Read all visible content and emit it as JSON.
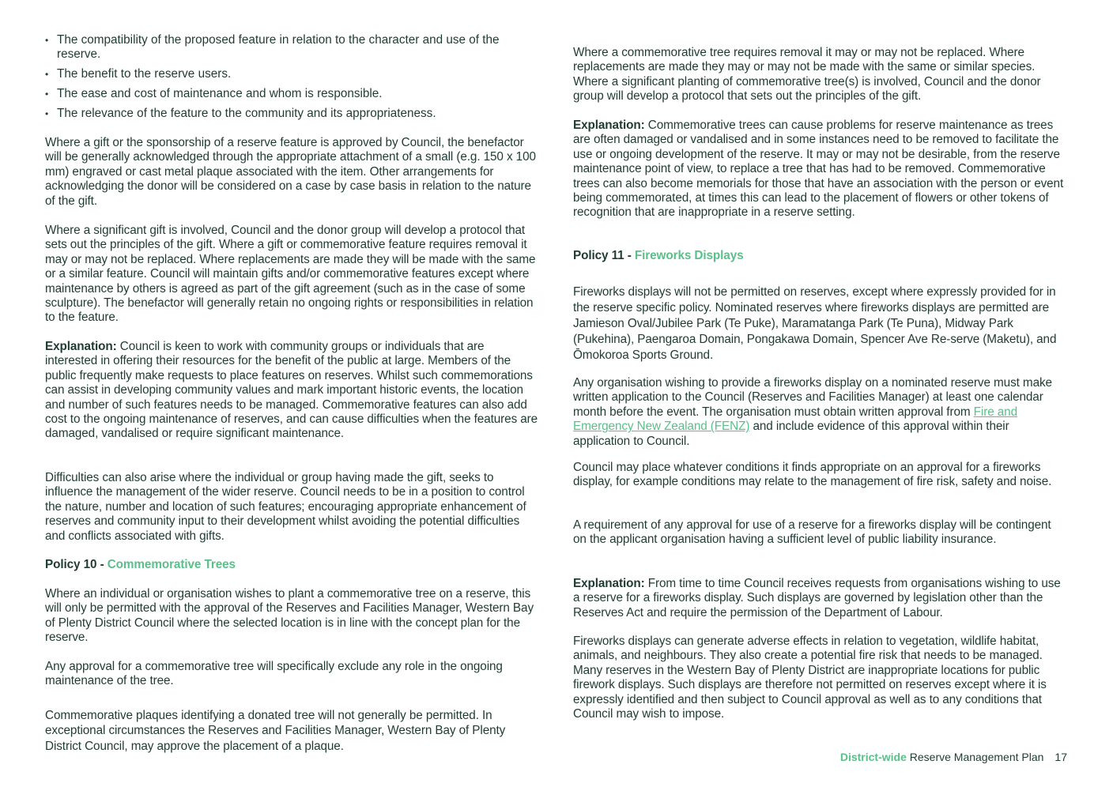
{
  "left_column": {
    "bullets": [
      "The compatibility of the proposed feature in relation to the character and use of the reserve.",
      "The benefit to the reserve users.",
      "The ease and cost of maintenance and whom is responsible.",
      "The relevance of the feature to the community and its appropriateness."
    ],
    "bullet_glyph": "•",
    "para_gift_ack": "Where a gift or the sponsorship of a reserve feature is approved by Council, the benefactor will be generally acknowledged through the appropriate attachment of a small (e.g. 150 x 100 mm) engraved or cast metal plaque associated with the item. Other arrangements for acknowledging the donor will be considered on a case by case basis in relation to the nature of the gift.",
    "para_significant_gift": "Where a significant gift is involved, Council and the donor group will develop a protocol that sets out the principles of the gift. Where a gift or commemorative feature requires removal it may or may not be replaced.  Where replacements are made they will be made with the same or a similar feature. Council will maintain gifts and/or commemorative features except where maintenance by others is agreed as part of the gift agreement (such as in the case of some sculpture).  The benefactor will generally retain no ongoing rights or responsibilities in relation to the feature.",
    "explanation_label": "Explanation:",
    "explanation_text": " Council is keen to work with community groups or individuals that are interested in offering their resources for the benefit of the public at large. Members of the public frequently make requests to place features on reserves. Whilst such commemorations can assist in developing community values and mark important historic events, the location and number of such features needs to be managed. Commemorative features can also add cost to the ongoing maintenance of reserves, and can cause difficulties when the features are damaged, vandalised or require significant maintenance.",
    "para_difficulties": "Difficulties can also arise where the individual or group having made the gift, seeks to influence the management of the wider reserve.  Council needs to be in a position to control the nature, number and location of such features; encouraging appropriate enhancement of reserves and community input to their development whilst avoiding the potential difficulties and conflicts associated with gifts.",
    "policy10": {
      "number": "Policy 10 - ",
      "title": "Commemorative Trees"
    },
    "para_plant_tree": "Where an individual or organisation wishes to plant a commemorative tree on a reserve, this will only be permitted with the approval of the Reserves and Facilities Manager, Western Bay of Plenty District Council where the selected location is in line with the concept plan for the reserve.",
    "para_approval_tree": "Any approval for a commemorative tree will specifically exclude any role in the ongoing maintenance of the tree.",
    "para_plaques": "Commemorative plaques identifying a donated tree will not generally be permitted. In exceptional circumstances the Reserves and Facilities Manager, Western Bay of Plenty District Council, may approve the placement of a plaque."
  },
  "right_column": {
    "para_tree_removal": "Where a commemorative tree requires removal it may or may not be replaced.  Where replacements are made they may or may not be made with the same or similar species. Where a significant planting of commemorative tree(s) is involved, Council and the donor group will develop a protocol that sets out the principles of the gift.",
    "explanation_label": "Explanation:",
    "explanation_text": " Commemorative trees can cause problems for reserve maintenance as trees are often damaged or vandalised and in some instances need to be removed to facilitate the use or ongoing development of the reserve.  It may or may not be desirable, from the reserve maintenance point of view, to replace a tree that has had to be removed.  Commemorative trees can also become memorials for those that have an association with the person or event being commemorated, at times this can lead to the placement of flowers or other tokens of recognition that are inappropriate in a reserve setting.",
    "policy11": {
      "number": "Policy 11 - ",
      "title": "Fireworks Displays"
    },
    "para_fireworks_permitted": "Fireworks displays will not be permitted on reserves, except where expressly provided for in the reserve specific policy. Nominated reserves where fireworks displays are permitted are Jamieson Oval/Jubilee Park (Te Puke), Maramatanga Park (Te Puna), Midway Park (Pukehina), Paengaroa Domain, Pongakawa Domain, Spencer Ave Re-serve (Maketu), and Ōmokoroa Sports Ground.",
    "para_application_before": "Any organisation wishing to provide a fireworks display on a nominated reserve must make written application to the Council (Reserves and Facilities Manager) at least one calendar month before the event. The organisation must obtain written approval from ",
    "fenz_link": "Fire and Emergency New Zealand (FENZ)",
    "para_application_after": " and include evidence of this approval within their application to Council.",
    "para_conditions": "Council may place whatever conditions it finds appropriate on an approval for a fireworks display, for example conditions may relate to the management of fire risk, safety and noise.",
    "para_liability": "A requirement of any approval for use of a reserve for a fireworks display will be contingent on the applicant organisation having a sufficient level of public liability insurance.",
    "explanation2_label": "Explanation:",
    "explanation2_text": "  From time to time Council receives requests from organisations wishing to use a reserve for a fireworks display.  Such displays are governed by legislation other than the Reserves Act and require the permission of the Department of Labour.",
    "para_adverse": "Fireworks displays can generate adverse effects in relation to vegetation, wildlife habitat, animals, and neighbours.  They also create a potential fire risk that needs to be managed.  Many reserves in the Western Bay of Plenty District are inappropriate locations for public firework displays.  Such displays are therefore not permitted on reserves except where it is expressly identified and then subject to Council approval as well as to any conditions that Council may wish to impose."
  },
  "footer": {
    "brand": "District-wide",
    "doc_title": " Reserve Management Plan",
    "page_number": "17"
  },
  "colors": {
    "text": "#1f3b34",
    "accent_green": "#5bbf8a",
    "background": "#ffffff"
  }
}
